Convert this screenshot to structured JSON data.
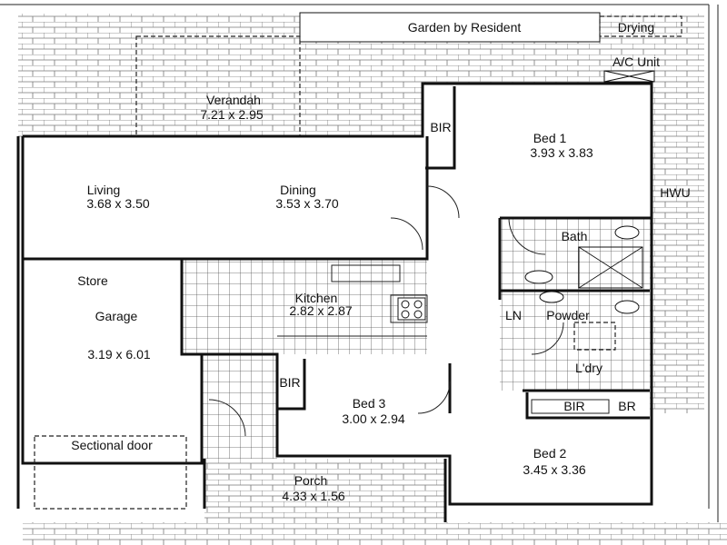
{
  "plan": {
    "garden": "Garden by Resident",
    "drying": "Drying",
    "ac_unit": "A/C Unit",
    "hwu": "HWU",
    "rooms": {
      "verandah": {
        "name": "Verandah",
        "size": "7.21 x 2.95"
      },
      "bed1": {
        "name": "Bed 1",
        "size": "3.93 x 3.83"
      },
      "bir1": {
        "name": "BIR"
      },
      "living": {
        "name": "Living",
        "size": "3.68 x 3.50"
      },
      "dining": {
        "name": "Dining",
        "size": "3.53 x 3.70"
      },
      "bath": {
        "name": "Bath"
      },
      "store": {
        "name": "Store"
      },
      "kitchen": {
        "name": "Kitchen",
        "size": "2.82 x 2.87"
      },
      "ln": {
        "name": "LN"
      },
      "powder": {
        "name": "Powder"
      },
      "garage": {
        "name": "Garage",
        "size": "3.19 x 6.01"
      },
      "laundry": {
        "name": "L'dry"
      },
      "bir3": {
        "name": "BIR"
      },
      "bed3": {
        "name": "Bed 3",
        "size": "3.00 x 2.94"
      },
      "bir2": {
        "name": "BIR"
      },
      "br": {
        "name": "BR"
      },
      "sectional_door": {
        "name": "Sectional door"
      },
      "porch": {
        "name": "Porch",
        "size": "4.33 x 1.56"
      },
      "bed2": {
        "name": "Bed 2",
        "size": "3.45 x 3.36"
      }
    }
  }
}
